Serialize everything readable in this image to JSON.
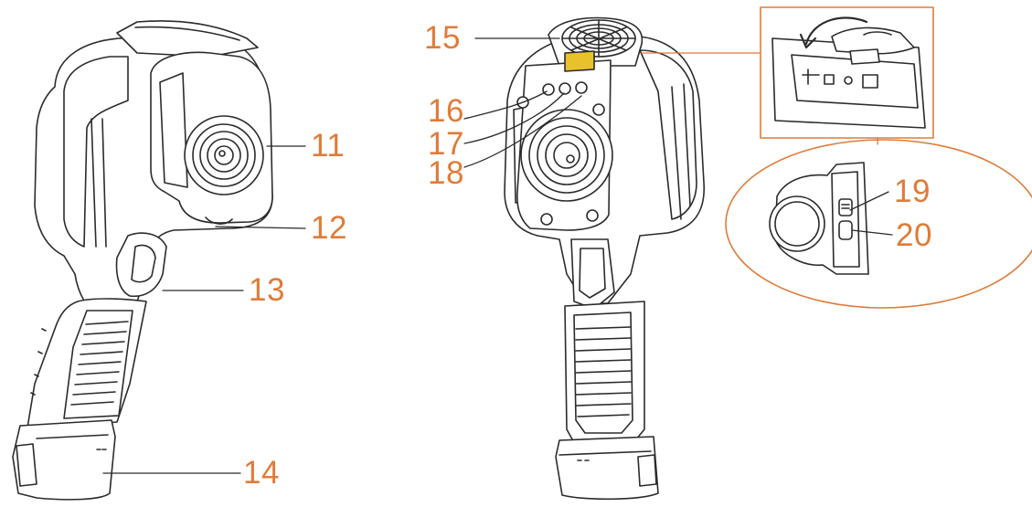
{
  "colors": {
    "accent": "#e07b39",
    "line": "#2b2b2b",
    "fill": "#ffffff"
  },
  "callouts": {
    "c11": "11",
    "c12": "12",
    "c13": "13",
    "c14": "14",
    "c15": "15",
    "c16": "16",
    "c17": "17",
    "c18": "18",
    "c19": "19",
    "c20": "20"
  }
}
